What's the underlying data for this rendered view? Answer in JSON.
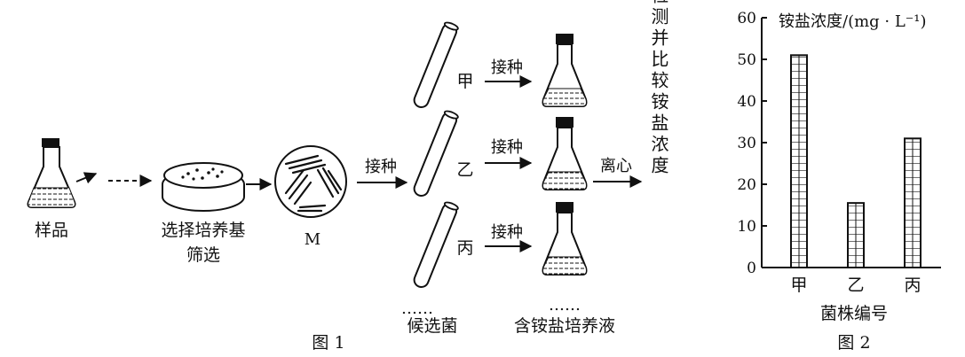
{
  "figure1": {
    "caption": "图 1",
    "sample_label": "样品",
    "selective_medium_label_line1": "选择培养基",
    "selective_medium_label_line2": "筛选",
    "plate_m_label": "M",
    "inoculate_label": "接种",
    "candidates": [
      "甲",
      "乙",
      "丙"
    ],
    "candidates_caption": "候选菌",
    "ellipsis": "……",
    "flask_caption": "含铵盐培养液",
    "centrifuge_label": "离心",
    "detect_label": "检测并比较铵盐浓度"
  },
  "figure2": {
    "caption": "图 2",
    "xlabel": "菌株编号",
    "ylabel": "铵盐浓度/(mg · L⁻¹)"
  },
  "chart_data": {
    "type": "bar",
    "categories": [
      "甲",
      "乙",
      "丙"
    ],
    "values": [
      51,
      15.5,
      31
    ],
    "ylim": [
      0,
      60
    ],
    "yticks": [
      "0",
      "10",
      "20",
      "30",
      "40",
      "50",
      "60"
    ],
    "xlabel": "菌株编号",
    "ylabel": "铵盐浓度/(mg · L⁻¹)",
    "bar_fill": "hatched-grid",
    "grid": false
  }
}
